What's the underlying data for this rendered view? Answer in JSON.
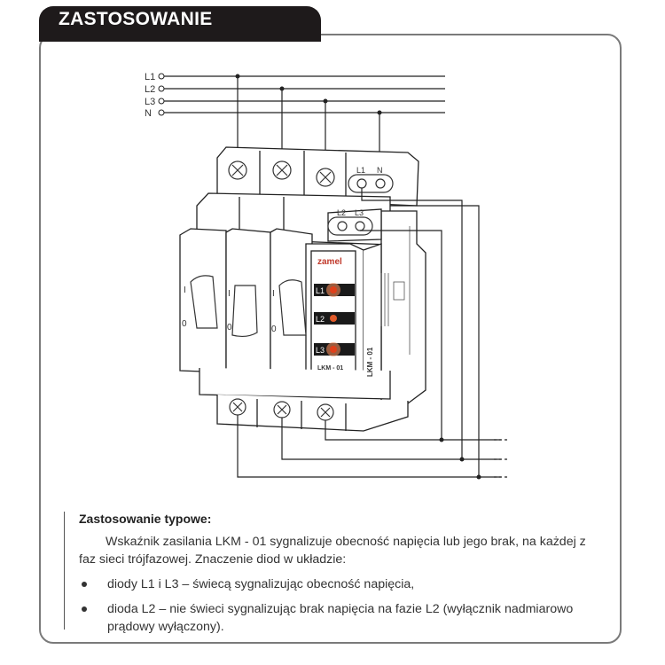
{
  "header": {
    "title": "ZASTOSOWANIE"
  },
  "diagram": {
    "bus_labels": [
      "L1",
      "L2",
      "L3",
      "N"
    ],
    "top_terminal_labels": [
      "L1",
      "N"
    ],
    "mid_terminal_labels": [
      "L2",
      "L3"
    ],
    "device_brand": "zamel",
    "device_model": "LKM - 01",
    "device_side_label": "LKM - 01",
    "led_labels": [
      "L1",
      "L2",
      "L3"
    ],
    "breaker_marks": {
      "on": "I",
      "off": "0"
    },
    "colors": {
      "led": "#e0401a",
      "led_glow": "#f08a5a",
      "line": "#222222",
      "frame": "#7a7a7a",
      "tab": "#1e1a1b"
    }
  },
  "textbox": {
    "heading": "Zastosowanie typowe:",
    "paragraph": "Wskaźnik zasilania LKM - 01 sygnalizuje obecność napięcia lub jego brak, na każdej z faz sieci trójfazowej. Znaczenie diod w układzie:",
    "bullets": [
      "diody L1 i L3 – świecą sygnalizując obecność napięcia,",
      "dioda L2 – nie świeci sygnalizując brak napięcia na fazie L2 (wyłącznik nadmiarowo prądowy wyłączony)."
    ]
  }
}
